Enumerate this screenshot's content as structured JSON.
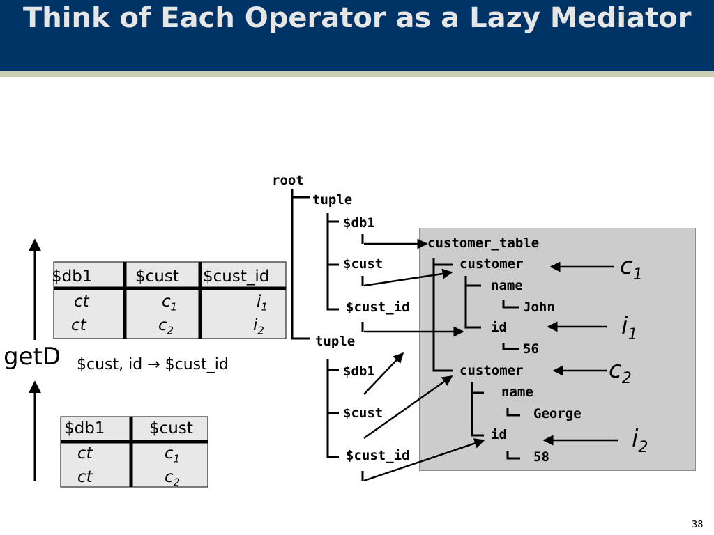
{
  "slide": {
    "title": "Think of Each Operator as a Lazy Mediator",
    "page_number": "38"
  },
  "operator": {
    "name": "getD",
    "params": "$cust, id → $cust_id"
  },
  "output_table": {
    "headers": [
      "$db1",
      "$cust",
      "$cust_id"
    ],
    "rows": [
      {
        "db1": "ct",
        "cust": "c",
        "cust_sub": "1",
        "cust_id": "i",
        "cust_id_sub": "1"
      },
      {
        "db1": "ct",
        "cust": "c",
        "cust_sub": "2",
        "cust_id": "i",
        "cust_id_sub": "2"
      }
    ]
  },
  "input_table": {
    "headers": [
      "$db1",
      "$cust"
    ],
    "rows": [
      {
        "db1": "ct",
        "cust": "c",
        "cust_sub": "1"
      },
      {
        "db1": "ct",
        "cust": "c",
        "cust_sub": "2"
      }
    ]
  },
  "tree": {
    "root": "root",
    "tuple1": "tuple",
    "tuple2": "tuple",
    "db1": "$db1",
    "cust": "$cust",
    "cust_id": "$cust_id"
  },
  "source": {
    "table": "customer_table",
    "customer": "customer",
    "name": "name",
    "id": "id",
    "value_john": "John",
    "value_56": "56",
    "value_george": "George",
    "value_58": "58"
  },
  "markers": {
    "c": "c",
    "i": "i",
    "sub1": "1",
    "sub2": "2"
  }
}
